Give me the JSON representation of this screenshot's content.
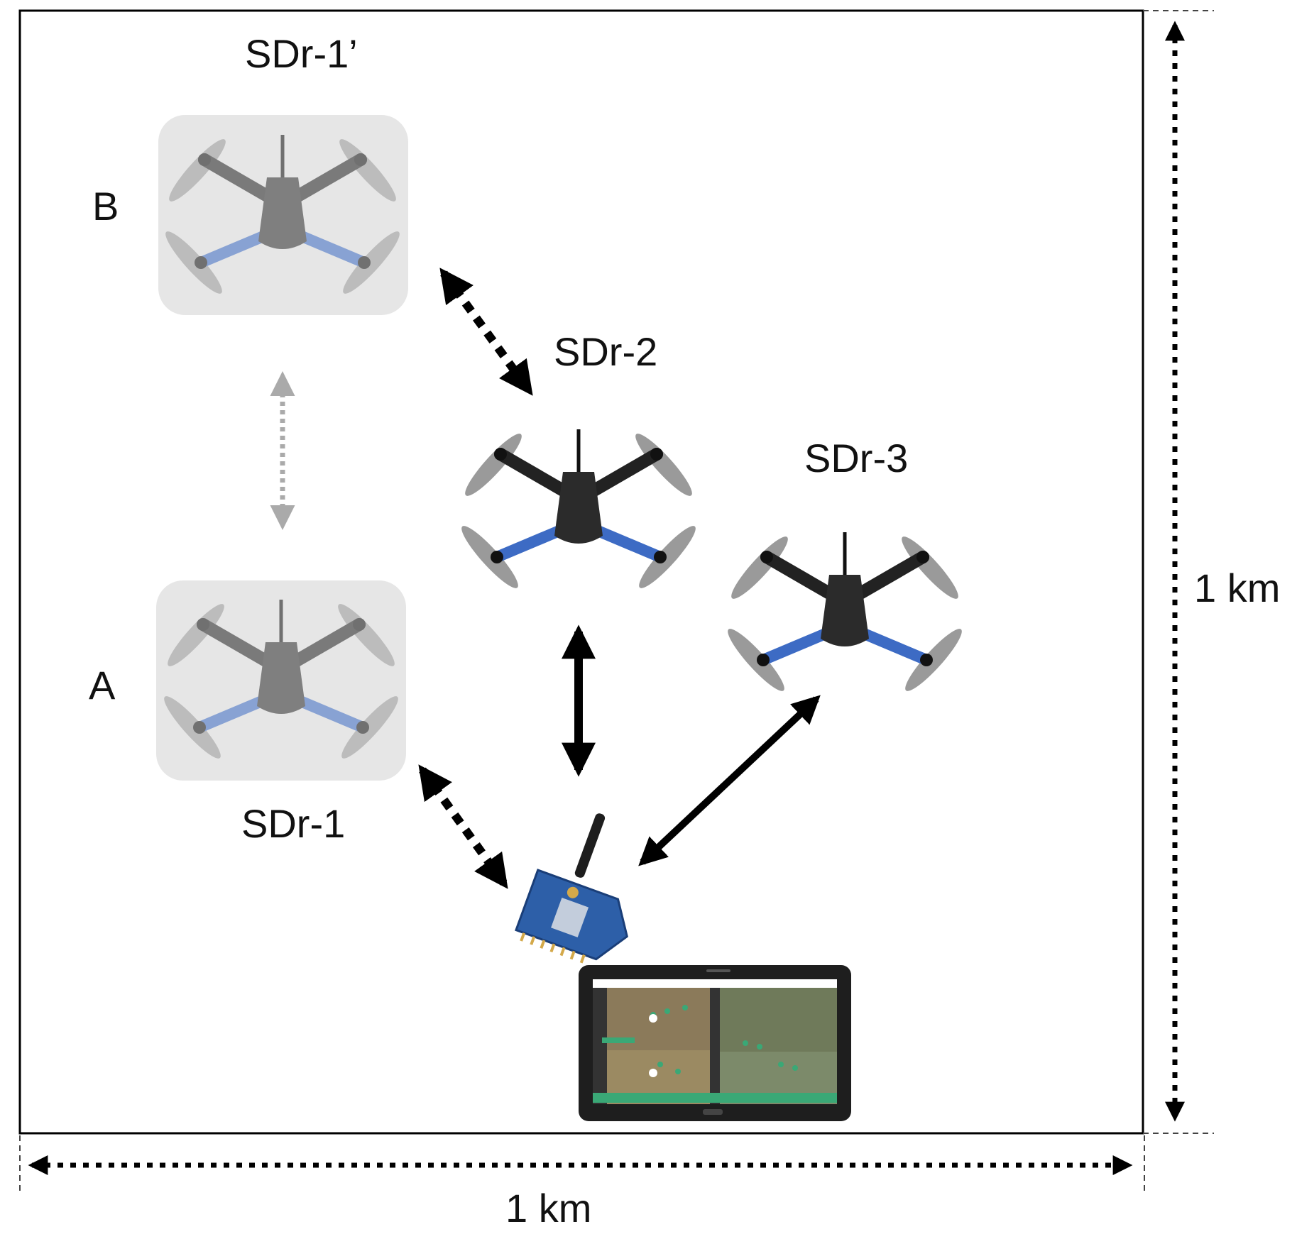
{
  "labels": {
    "sdr1_prime": "SDr-1’",
    "sdr1": "SDr-1",
    "sdr2": "SDr-2",
    "sdr3": "SDr-3",
    "pos_b": "B",
    "pos_a": "A",
    "width_dim": "1 km",
    "height_dim": "1 km"
  },
  "colors": {
    "drone_active_body": "#2b2b2b",
    "drone_inactive_body": "#7a7a7a",
    "drone_arm_blue": "#3d6bc4",
    "ghost_bg": "#e6e6e6",
    "xbee_blue": "#2d5fa8",
    "tablet_frame": "#1e1e1e",
    "map_green": "#3aa876"
  },
  "icons": {
    "drones": [
      "drone-icon"
    ],
    "radio": "xbee-radio-icon",
    "ground_station": "tablet-icon"
  }
}
